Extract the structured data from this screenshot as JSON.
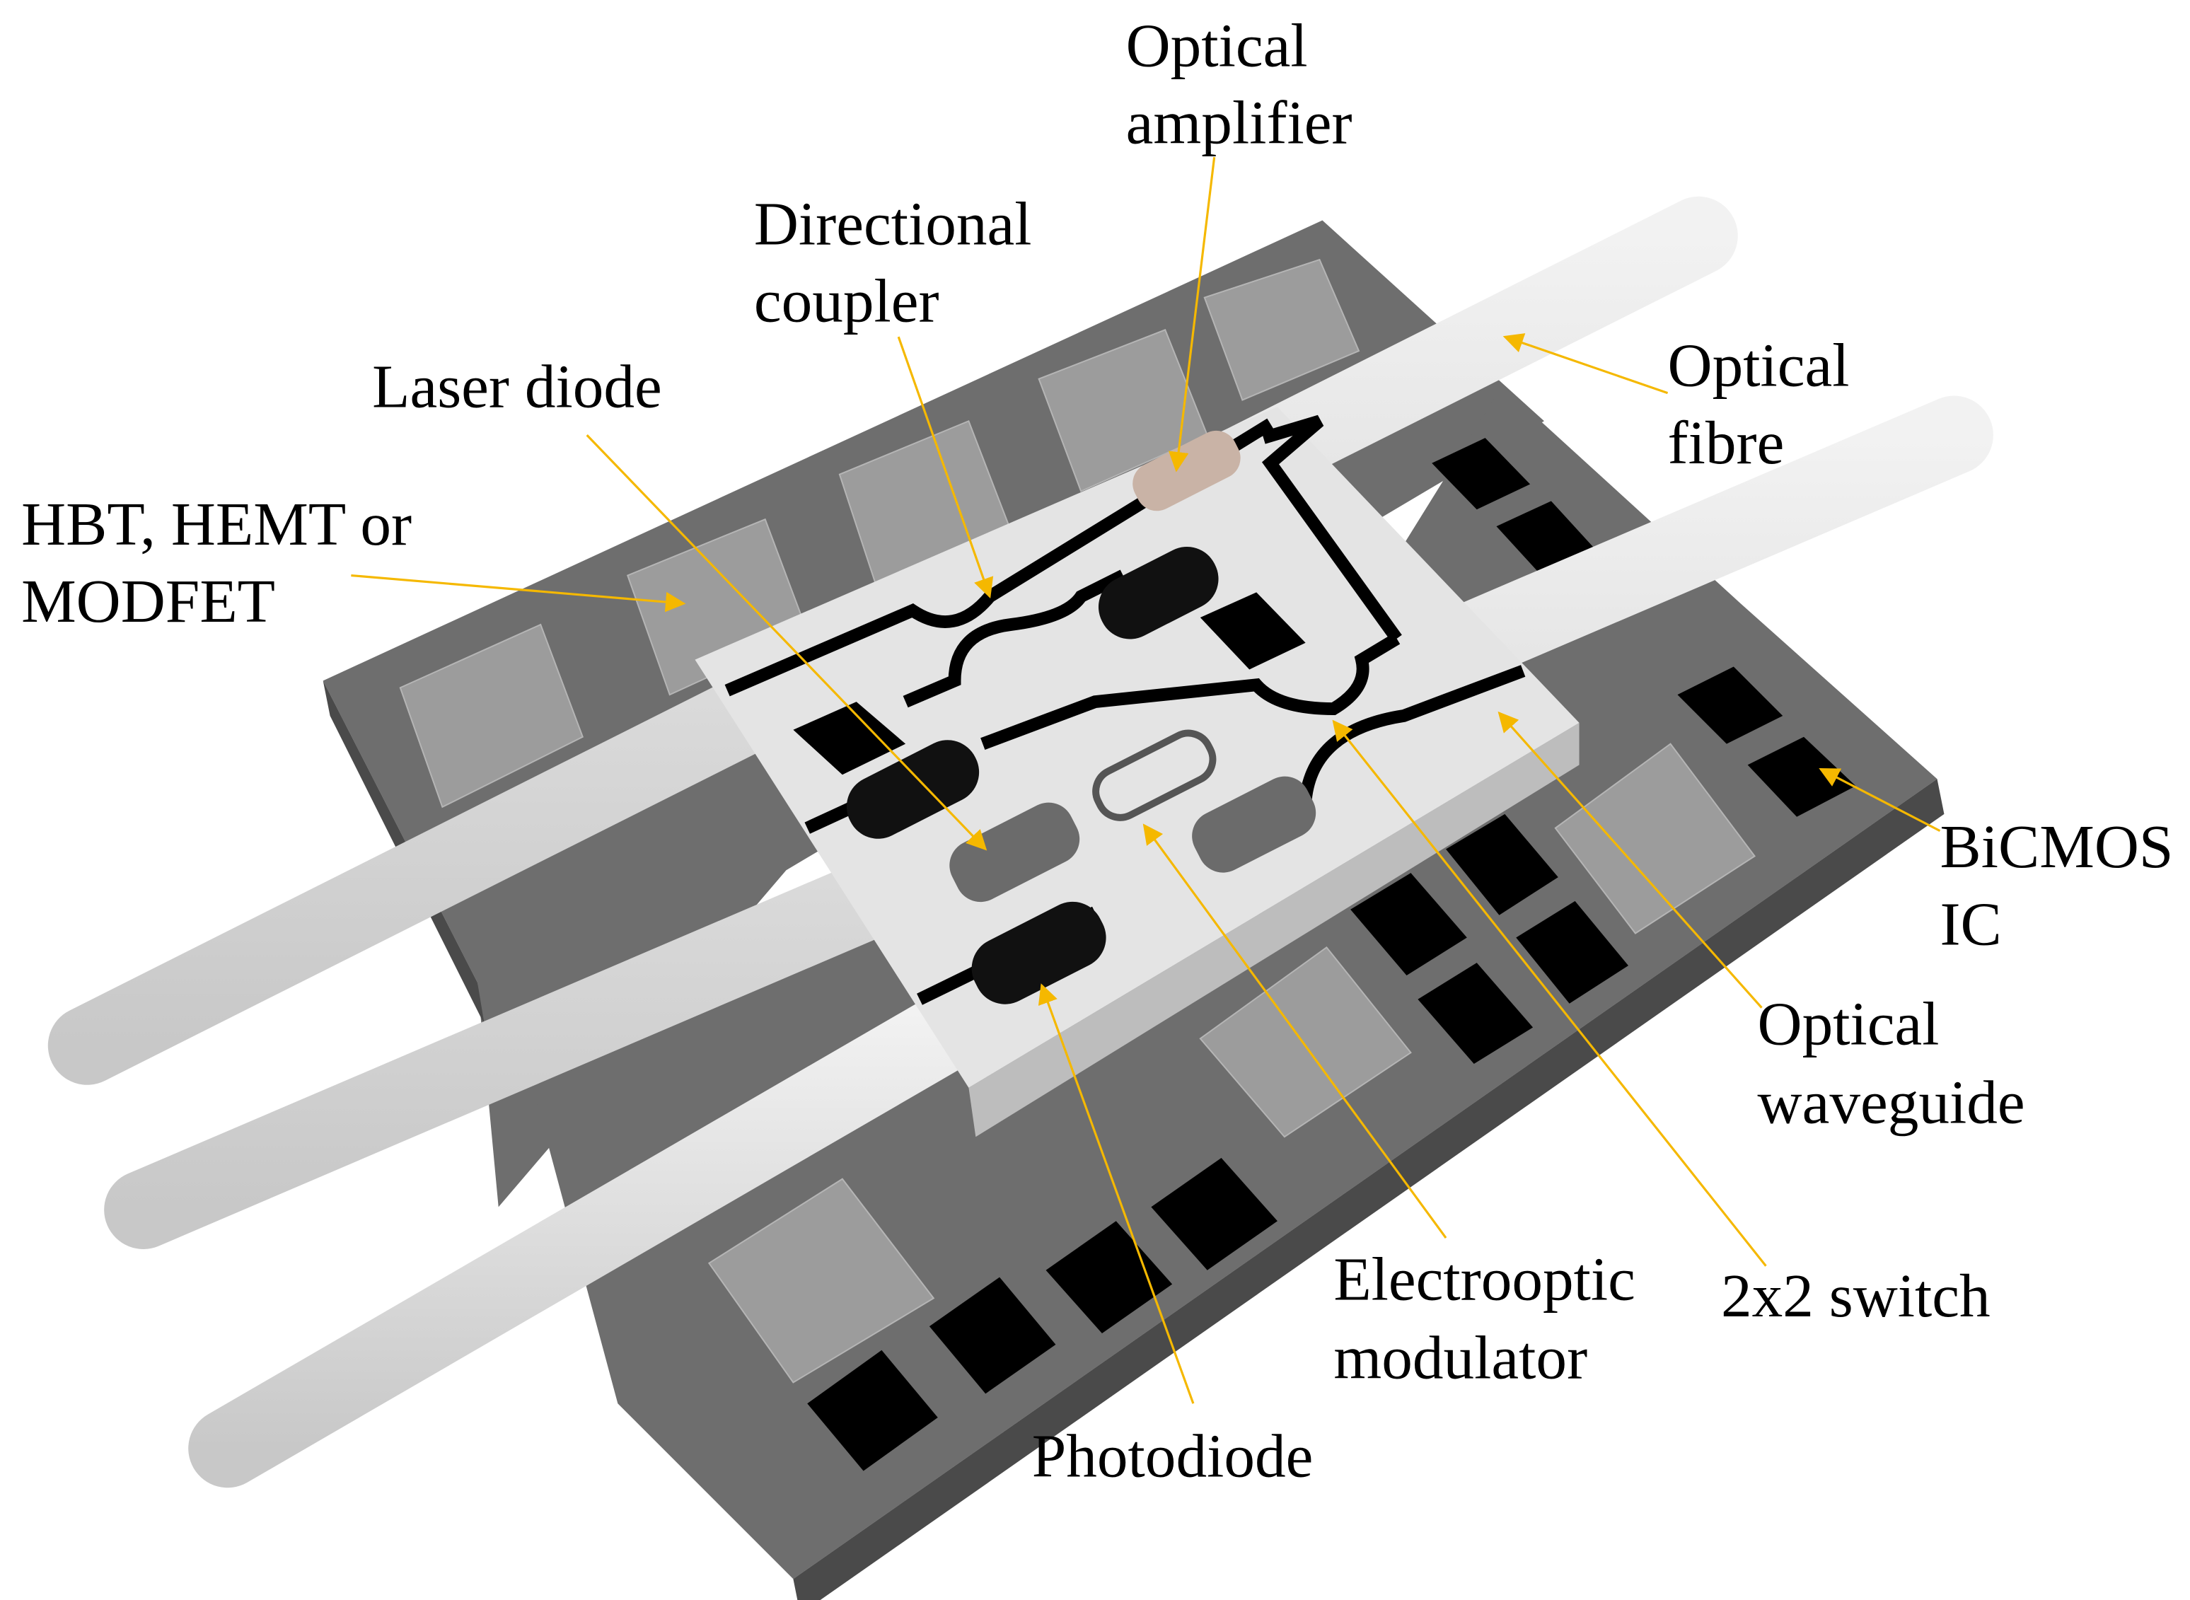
{
  "labels": {
    "optical_amplifier": [
      "Optical",
      "amplifier"
    ],
    "directional_coupler": [
      "Directional",
      "coupler"
    ],
    "laser_diode": [
      "Laser diode"
    ],
    "hbt": [
      "HBT, HEMT or",
      "MODFET"
    ],
    "optical_fibre": [
      "Optical",
      "fibre"
    ],
    "bicmos": [
      "BiCMOS",
      "IC"
    ],
    "optical_waveguide": [
      "Optical",
      "waveguide"
    ],
    "electrooptic_modulator": [
      "Electrooptic",
      "modulator"
    ],
    "switch_2x2": [
      "2x2 switch"
    ],
    "photodiode": [
      "Photodiode"
    ]
  },
  "colors": {
    "arrow": "#F5B800",
    "chip": "#6e6e6e",
    "platform": "#e4e4e4",
    "fibre": "#e0e0e0",
    "amplifier": "#c9b3a6"
  }
}
